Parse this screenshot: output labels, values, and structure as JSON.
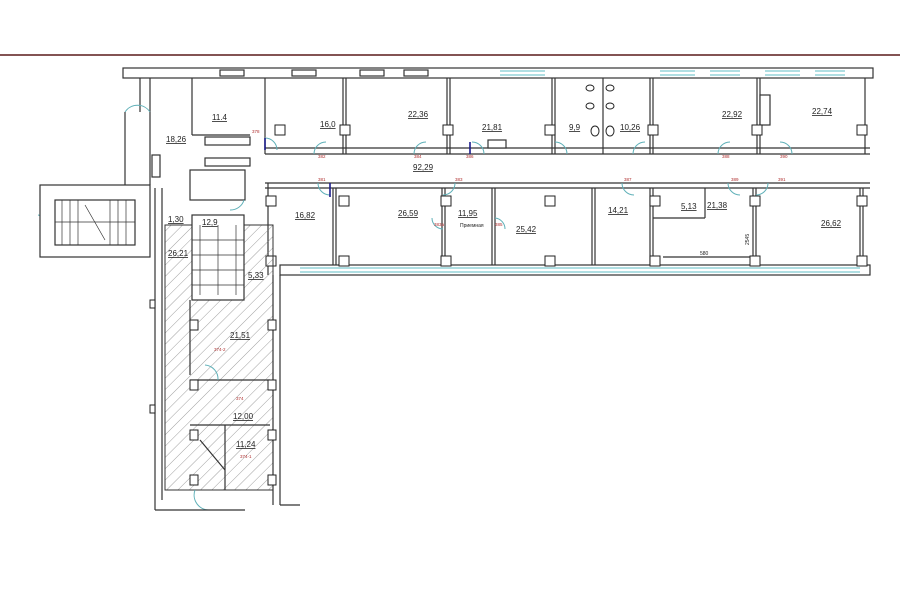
{
  "plan": {
    "frame_color": "#5a1a1a",
    "window_color": "#7fc9d0",
    "door_leaf_color": "#1a1a8a",
    "room_areas": {
      "r_11_4": "11.4",
      "r_18_26": "18,26",
      "r_16_0": "16,0",
      "r_22_36": "22,36",
      "r_21_81": "21,81",
      "r_9_9": "9,9",
      "r_10_26": "10,26",
      "r_22_92": "22,92",
      "r_22_74": "22,74",
      "corridor": "92,29",
      "r_16_82": "16,82",
      "r_26_59": "26,59",
      "r_11_95": "11,95",
      "r_25_42": "25,42",
      "r_14_21": "14,21",
      "r_5_13": "5,13",
      "r_21_38": "21,38",
      "r_26_62": "26,62",
      "r_12_9": "12,9",
      "r_1_30": "1,30",
      "r_26_21": "26,21",
      "r_5_33": "5,33",
      "r_21_51": "21,51",
      "r_12_00": "12,00",
      "r_11_24": "11,24"
    },
    "room_names": {
      "reception": "Приемная"
    },
    "door_numbers": {
      "d378": "378",
      "d382": "382",
      "d384": "384",
      "d386": "386",
      "d388": "388",
      "d390": "390",
      "d381": "381",
      "d383": "383",
      "d383a": "383а",
      "d385": "385",
      "d387": "387",
      "d389": "389",
      "d391": "391",
      "d374_2": "374-2",
      "d374": "374",
      "d374_1": "374-1"
    },
    "dimensions": {
      "dim_580": "580",
      "dim_2545": "2545"
    }
  }
}
